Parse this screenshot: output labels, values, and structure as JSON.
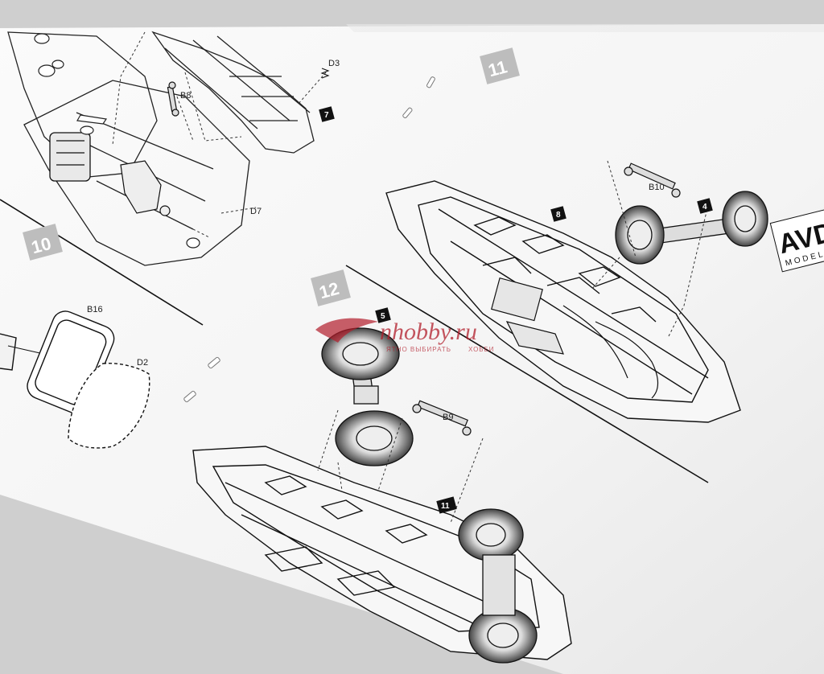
{
  "steps": [
    {
      "number": "10"
    },
    {
      "number": "11"
    },
    {
      "number": "12"
    }
  ],
  "part_labels": {
    "d3": "D3",
    "b8": "B8",
    "d7": "D7",
    "b16": "B16",
    "d2": "D2",
    "b10": "B10",
    "b9": "B9"
  },
  "badges": {
    "b7": "7",
    "b8": "8",
    "b4": "4",
    "b5": "5",
    "b11": "11"
  },
  "brand": {
    "logo": "AVD",
    "sub": "MODELS"
  },
  "watermark": {
    "brand_rest": "nhobby.ru",
    "sub_left": "ЯТНО ВЫБИРАТЬ",
    "sub_right": "ХОББИ"
  }
}
